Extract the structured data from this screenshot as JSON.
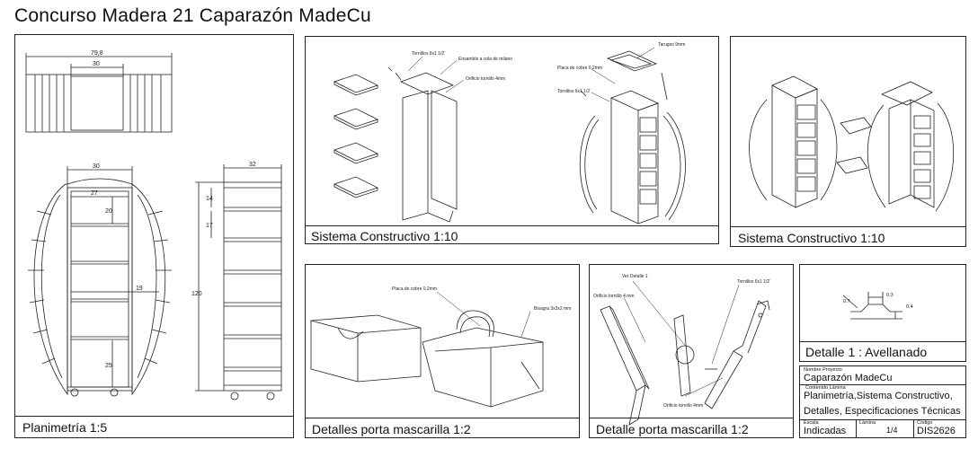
{
  "sheet": {
    "title": "Concurso Madera 21 Caparazón MadeCu"
  },
  "panels": {
    "planimetria": {
      "caption": "Planimetría 1:5"
    },
    "sistema1": {
      "caption": "Sistema Constructivo 1:10"
    },
    "sistema2": {
      "caption": "Sistema Constructivo 1:10"
    },
    "detalles": {
      "caption": "Detalles porta mascarilla 1:2"
    },
    "detalle": {
      "caption": "Detalle porta mascarilla 1:2"
    },
    "avellanado": {
      "caption": "Detalle 1 : Avellanado"
    }
  },
  "dimensions": {
    "top_width": "79,8",
    "top_inner": "30",
    "front_width": "30",
    "front_inner": "27",
    "front_20": "20",
    "front_19": "19",
    "front_25": "25",
    "side_width": "32",
    "side_14": "14",
    "side_17": "17",
    "side_height": "120"
  },
  "annotations": {
    "tornillos_1": "Tornillos 6x1 1/2´",
    "ensamble": "Ensamble a cola de milano",
    "orificio": "Orificio tornillo 4mm",
    "tarugos": "Tarugos 9mm",
    "placa_cobre": "Placa de cobre 0,2mm",
    "tornillos_2": "Tornillos 6x1 1/2´",
    "placa_cobre_2": "Placa de cobre 0,2mm",
    "bisagra": "Bisagra 3x3x2 mm",
    "ver_detalle": "Ver Detalle 1",
    "orificio_2": "Orificio tornillo 4 mm",
    "tornillos_3": "Tornillos 6x1 1/2´",
    "orificio_3": "Orificio tornillo 4mm",
    "av_07": "0.7",
    "av_03": "0.3",
    "av_04": "0.4"
  },
  "title_block": {
    "project_label": "Nombre Proyecto",
    "project_name": "Caparazón MadeCu",
    "content_label": "Contenido Lámina",
    "content_line1": "Planimetría,Sistema Constructivo,",
    "content_line2": "Detalles, Especificaciones Técnicas",
    "scale_label": "Escala",
    "scale_value": "Indicadas",
    "sheet_label": "Lámina",
    "sheet_value": "1/4",
    "code_label": "Código",
    "code_value": "DIS2626"
  }
}
